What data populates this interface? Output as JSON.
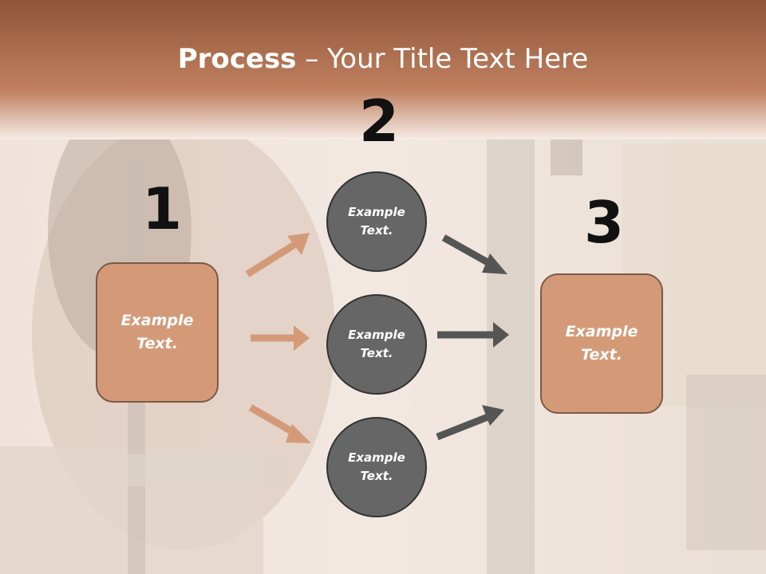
{
  "title": {
    "bold": "Process",
    "rest": " – Your Title Text Here"
  },
  "steps": [
    {
      "number": "1",
      "text": "Example\nText."
    },
    {
      "number": "2",
      "text": "Example\nText."
    },
    {
      "number": "3",
      "text": "Example\nText."
    }
  ],
  "circles": [
    {
      "text": "Example\nText."
    },
    {
      "text": "Example\nText."
    },
    {
      "text": "Example\nText."
    }
  ],
  "colors": {
    "header": "#b9704a",
    "box": "#d49a78",
    "circle": "#666666",
    "arrow_in": "#d49a78",
    "arrow_out": "#555555"
  }
}
